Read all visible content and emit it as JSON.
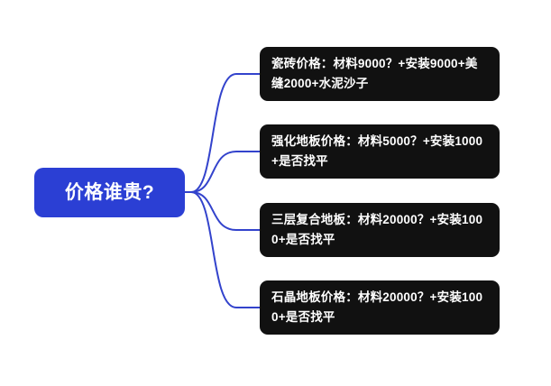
{
  "diagram": {
    "type": "mind-map",
    "background_color": "#ffffff",
    "root": {
      "label": "价格谁贵?",
      "fill_color": "#2b3fd4",
      "text_color": "#ffffff"
    },
    "connector": {
      "color": "#3343cc",
      "width": 2,
      "style": "curved"
    },
    "branches": [
      {
        "label": "瓷砖价格：材料9000？+安装9000+美缝2000+水泥沙子",
        "fill_color": "#111111",
        "text_color": "#ffffff"
      },
      {
        "label": "强化地板价格：材料5000？+安装1000+是否找平",
        "fill_color": "#111111",
        "text_color": "#ffffff"
      },
      {
        "label": "三层复合地板：材料20000？+安装1000+是否找平",
        "fill_color": "#111111",
        "text_color": "#ffffff"
      },
      {
        "label": "石晶地板价格：材料20000？+安装1000+是否找平",
        "fill_color": "#111111",
        "text_color": "#ffffff"
      }
    ]
  }
}
